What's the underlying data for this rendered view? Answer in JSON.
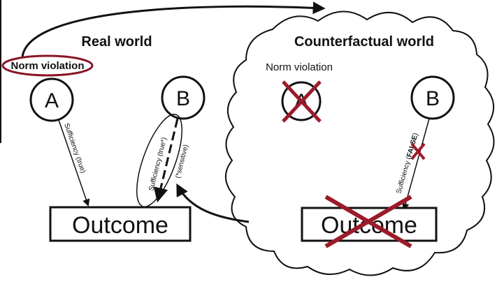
{
  "real_world": {
    "title": "Real world",
    "norm_violation_label": "Norm violation",
    "node_a": "A",
    "node_b": "B",
    "edge_a_label": "Sufficiency (true)",
    "edge_b_label": "Sufficiency (true*)",
    "edge_b_note": "(*sensitive)",
    "outcome_label": "Outcome"
  },
  "counterfactual_world": {
    "title": "Counterfactual world",
    "norm_violation_label": "Norm violation",
    "node_a": "A",
    "node_b": "B",
    "edge_b_label_prefix": "Sufficiency (",
    "edge_b_label_bold": "FALSE",
    "edge_b_label_suffix": ")",
    "outcome_label": "Outcome"
  },
  "colors": {
    "cross": "#9b1b2a",
    "norm_oval": "#8a1526",
    "ink": "#111111"
  }
}
